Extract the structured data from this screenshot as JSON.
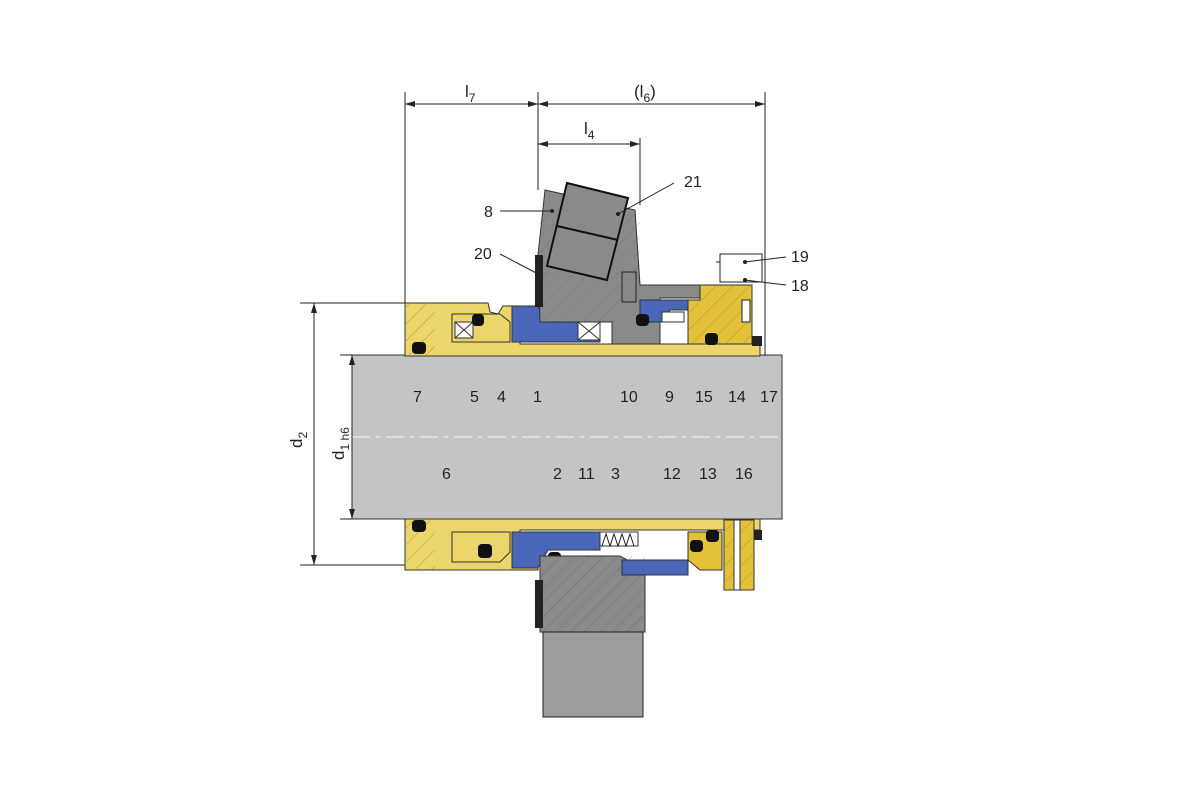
{
  "colors": {
    "shaft": "#c4c4c4",
    "sleeve": "#ecd56a",
    "gland": "#8a8a8a",
    "housing": "#9d9d9d",
    "seal_face": "#4a66b8",
    "o_ring": "#111111",
    "collar": "#e3c23a"
  },
  "dimensions": {
    "l7": "l",
    "l7_sub": "7",
    "l6": "(l",
    "l6_sub": "6",
    "l6_close": ")",
    "l4": "l",
    "l4_sub": "4",
    "d2": "d",
    "d2_sub": "2",
    "d1": "d",
    "d1_sub": "1 h6"
  },
  "callouts": {
    "p1": "1",
    "p2": "2",
    "p3": "3",
    "p4": "4",
    "p5": "5",
    "p6": "6",
    "p7": "7",
    "p8": "8",
    "p9": "9",
    "p10": "10",
    "p11": "11",
    "p12": "12",
    "p13": "13",
    "p14": "14",
    "p15": "15",
    "p16": "16",
    "p17": "17",
    "p18": "18",
    "p19": "19",
    "p20": "20",
    "p21": "21"
  }
}
